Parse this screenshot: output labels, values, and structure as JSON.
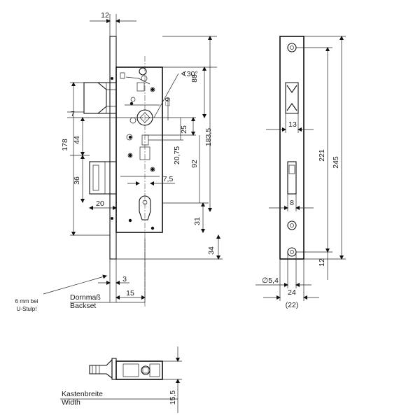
{
  "front_view": {
    "dim_faceplate_thickness": "12",
    "dim_angle": "∢30°",
    "dim_square_follower": "□9",
    "dim_88": "88",
    "dim_7": "7",
    "dim_25": "25",
    "dim_178": "178",
    "dim_44": "44",
    "dim_20_75": "20,75",
    "dim_183_5": "183,5",
    "dim_92": "92",
    "dim_36": "36",
    "dim_7_5": "7,5",
    "dim_20": "20",
    "dim_31": "31",
    "dim_34": "34",
    "dim_3": "3",
    "dim_15": "15",
    "label_backset_de": "Dornmaß",
    "label_backset_en": "Backset",
    "note_u_faceplate_line1": "6 mm bei",
    "note_u_faceplate_line2": "U-Stulp!"
  },
  "faceplate_view": {
    "dim_13": "13",
    "dim_221": "221",
    "dim_245": "245",
    "dim_8": "8",
    "dim_12": "12",
    "dim_hole": "∅5,4",
    "dim_24": "24",
    "dim_22": "(22)"
  },
  "top_view": {
    "label_case_width_de": "Kastenbreite",
    "label_case_width_en": "Width",
    "dim_15_5": "15,5"
  }
}
